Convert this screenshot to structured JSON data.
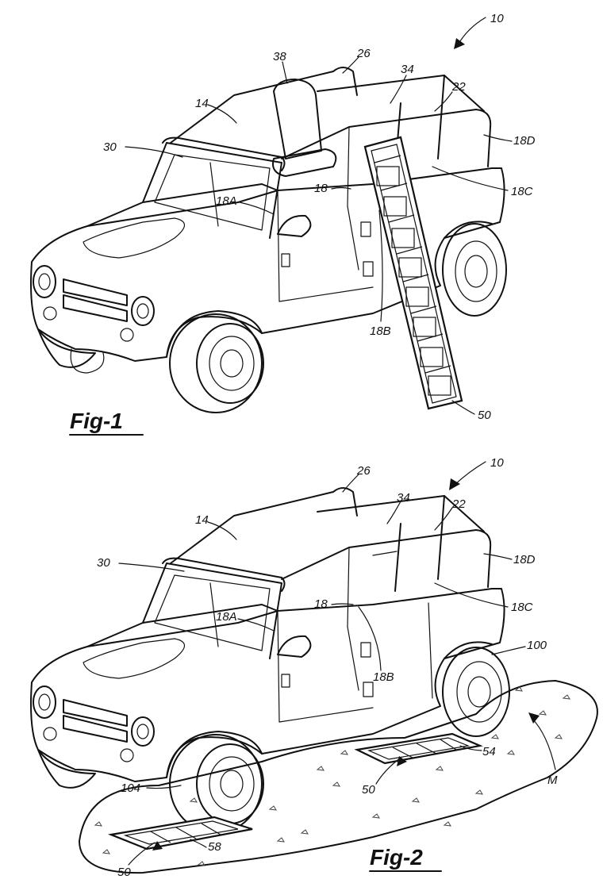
{
  "figures": [
    {
      "caption": "Fig-1",
      "labels": {
        "n10": "10",
        "n38": "38",
        "n26": "26",
        "n34": "34",
        "n22": "22",
        "n14": "14",
        "n30": "30",
        "n18D": "18D",
        "n18C": "18C",
        "n18": "18",
        "n18A": "18A",
        "n18B": "18B",
        "n50": "50"
      }
    },
    {
      "caption": "Fig-2",
      "labels": {
        "n10": "10",
        "n26": "26",
        "n34": "34",
        "n22": "22",
        "n14": "14",
        "n30": "30",
        "n18D": "18D",
        "n18": "18",
        "n18A": "18A",
        "n18C": "18C",
        "n100": "100",
        "n18B": "18B",
        "n54": "54",
        "nM": "M",
        "n104": "104",
        "n50a": "50",
        "n58": "58",
        "n50b": "50"
      }
    }
  ]
}
